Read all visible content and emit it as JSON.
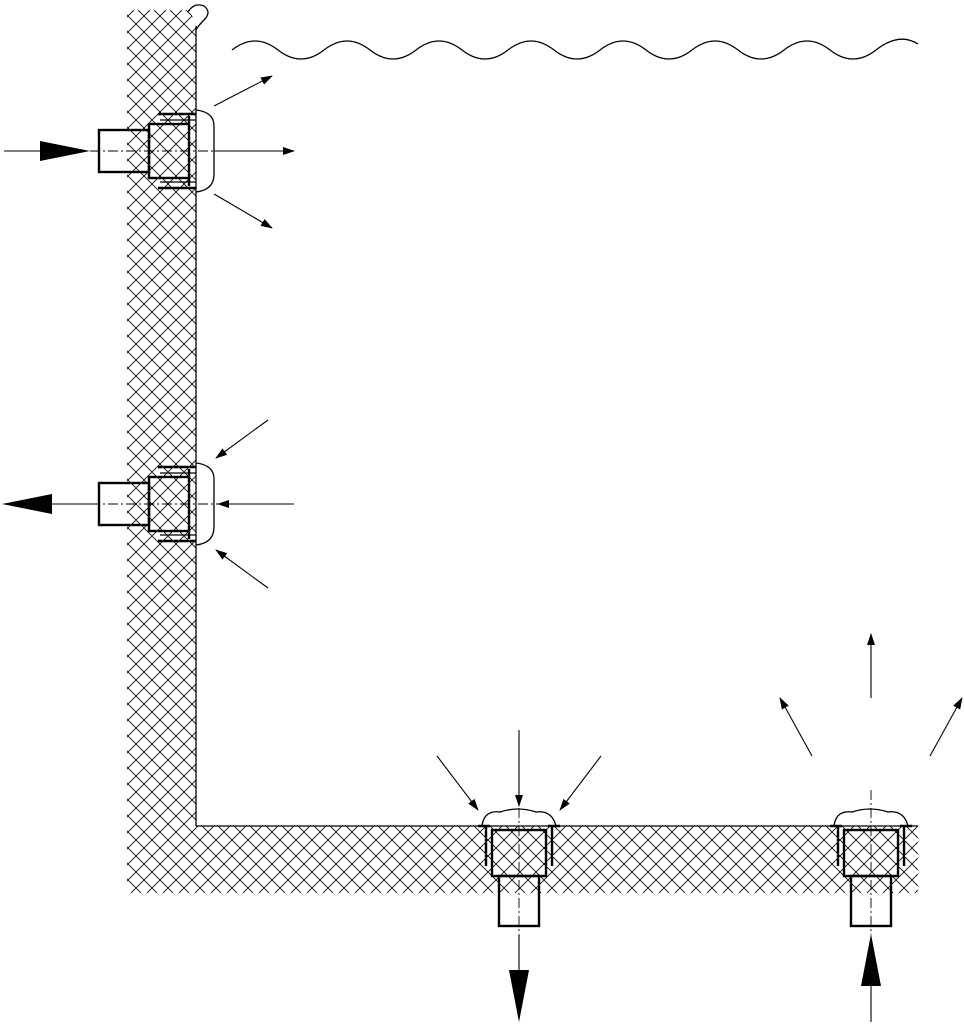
{
  "diagram": {
    "type": "pool-circulation-section",
    "colors": {
      "line": "#000000",
      "background": "#ffffff",
      "hatch": "#000000"
    },
    "pool": {
      "structure": "concrete-wall-and-floor",
      "hatch": "crosshatch",
      "water_surface": "wavy-line"
    },
    "wall_fittings": [
      {
        "id": "wall-inlet-nozzle",
        "flow": "into-pool",
        "icon": "inlet-nozzle-icon"
      },
      {
        "id": "wall-skimmer-outlet",
        "flow": "out-of-pool",
        "icon": "outlet-fitting-icon"
      }
    ],
    "floor_fittings": [
      {
        "id": "floor-main-drain",
        "flow": "out-of-pool",
        "icon": "main-drain-icon"
      },
      {
        "id": "floor-inlet",
        "flow": "into-pool",
        "icon": "floor-inlet-icon"
      }
    ],
    "arrow_style": {
      "main": "solid-filled-large",
      "spread": "open-small"
    }
  }
}
